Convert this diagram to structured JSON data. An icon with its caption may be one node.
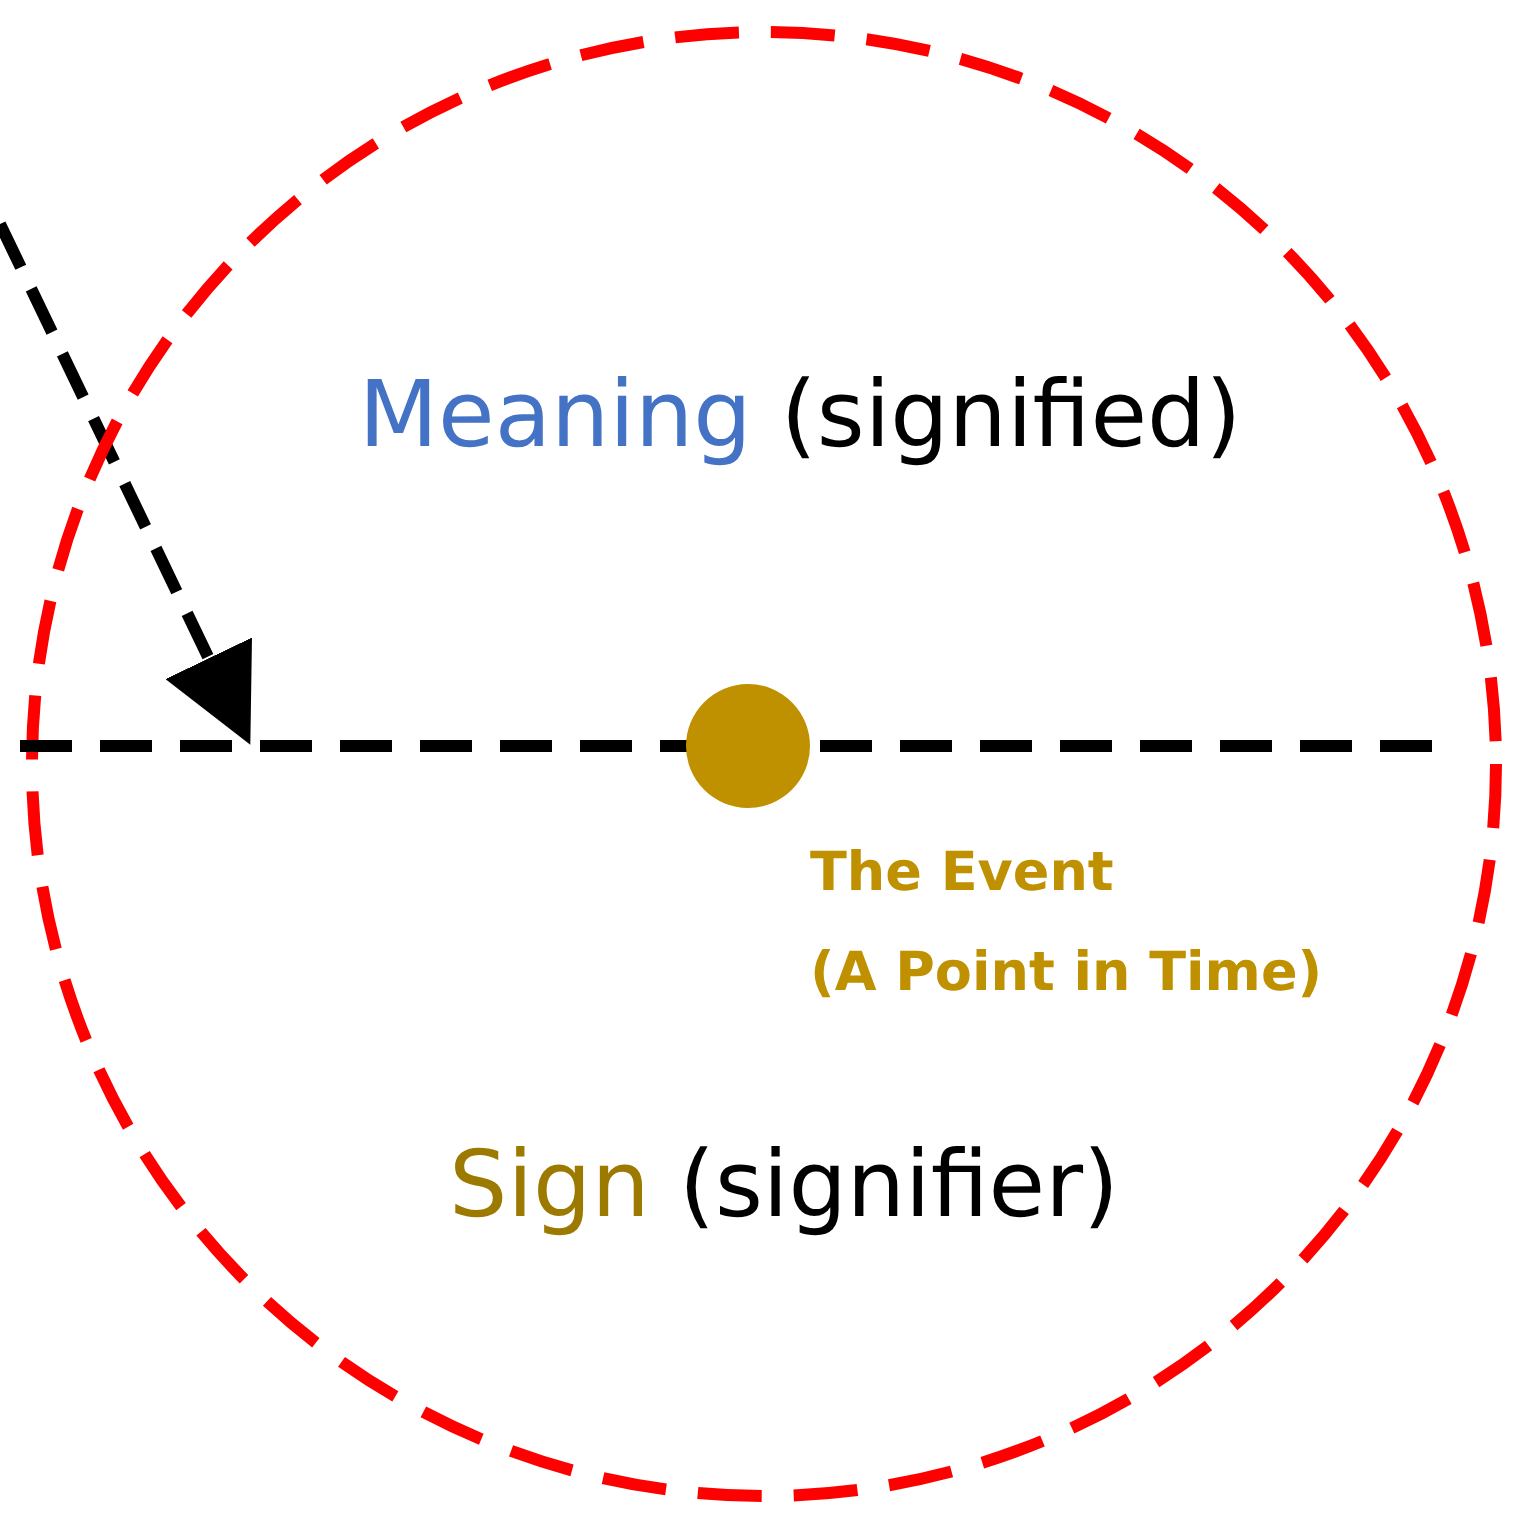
{
  "diagram": {
    "nodes": [
      {
        "text": [
          "Meaning (signified)",
          "Sign (signifier)"
        ]
      },
      {
        "text": [],
        "shape": "line",
        "in": 0
      },
      {
        "text": [],
        "shape": "circle",
        "in": 0,
        "beside": [
          "The Event (A Point in Time)"
        ]
      }
    ],
    "edges": [
      {
        "from": null,
        "to": 1,
        "arrow": "to",
        "style": "dashed"
      }
    ]
  }
}
